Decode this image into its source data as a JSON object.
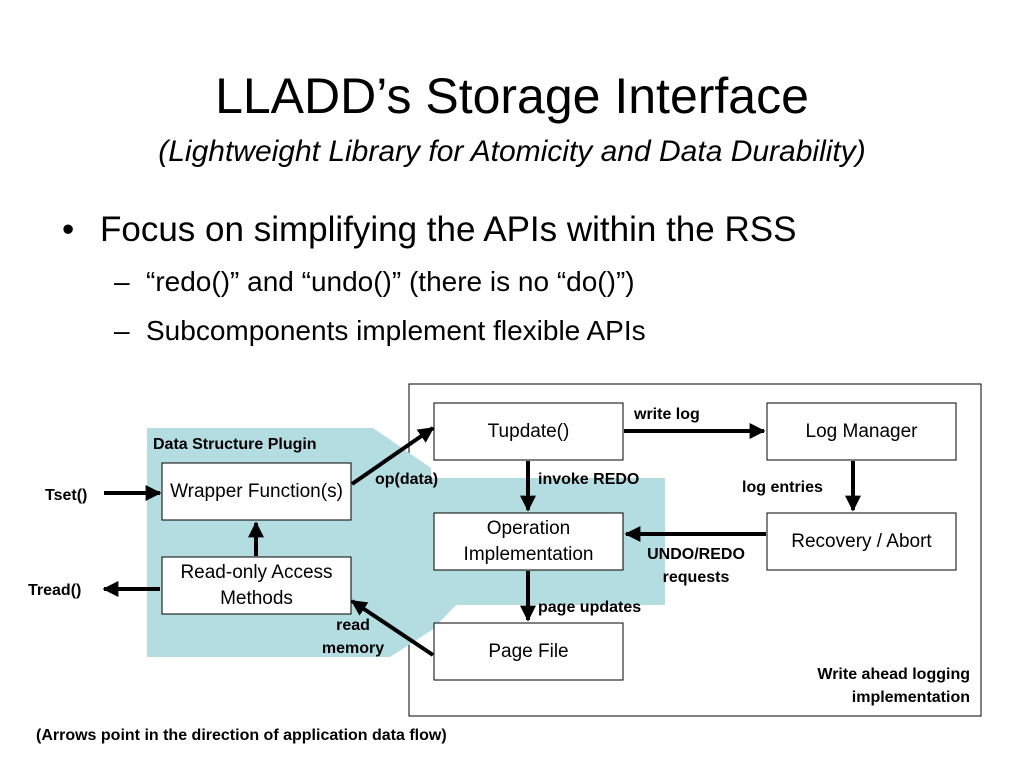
{
  "slide": {
    "title": "LLADD’s Storage Interface",
    "subtitle": "(Lightweight Library for Atomicity and Data Durability)",
    "bullet": "Focus on simplifying the APIs within the RSS",
    "subbullets": [
      "“redo()” and “undo()” (there is no “do()”)",
      "Subcomponents implement flexible APIs"
    ],
    "bullet_glyph": "•",
    "dash_glyph": "–"
  },
  "diagram": {
    "colors": {
      "plugin_region": "#b4dde1",
      "wal_border": "#000000",
      "box_fill": "#ffffff",
      "arrow": "#000000"
    },
    "boxes": {
      "wrapper": "Wrapper Function(s)",
      "readonly": "Read-only Access Methods",
      "tupdate": "Tupdate()",
      "operation": "Operation Implementation",
      "pagefile": "Page File",
      "logmanager": "Log Manager",
      "recovery": "Recovery / Abort"
    },
    "labels": {
      "plugin": "Data Structure Plugin",
      "tset": "Tset()",
      "tread": "Tread()",
      "opdata": "op(data)",
      "writelog": "write log",
      "invokeredo": "invoke REDO",
      "logentries": "log entries",
      "undoredo": "UNDO/REDO requests",
      "pageupdates": "page updates",
      "readmemory": "read memory",
      "wal": "Write ahead logging implementation"
    },
    "footnote": "(Arrows point in the direction of application data flow)"
  }
}
